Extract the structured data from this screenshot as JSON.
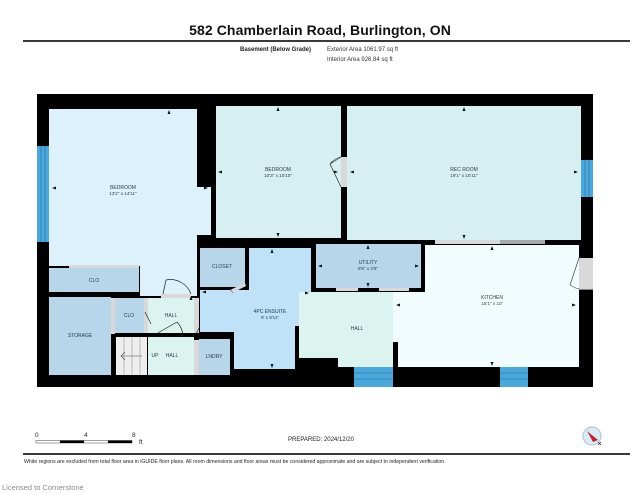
{
  "header": {
    "title": "582 Chamberlain Road, Burlington, ON",
    "floor_label": "Basement (Below Grade)",
    "exterior_area": "Exterior Area 1061.97 sq ft",
    "interior_area": "Interior Area 926.84 sq ft"
  },
  "rooms": {
    "bedroom_1": {
      "label": "BEDROOM",
      "dims": "13'2\" x 14'11\"",
      "color": "#dcf1fc"
    },
    "bedroom_2": {
      "label": "BEDROOM",
      "dims": "10'3\" x 10'10\"",
      "color": "#d6f0f1"
    },
    "rec_room": {
      "label": "REC ROOM",
      "dims": "19'1\" x 10'11\"",
      "color": "#d6f0f2"
    },
    "clo_1": {
      "label": "CLO",
      "color": "#b7d6ea"
    },
    "storage": {
      "label": "STORAGE",
      "color": "#b7d6ea"
    },
    "clo_2": {
      "label": "CLO",
      "color": "#b7d6ea"
    },
    "hall_1": {
      "label": "HALL",
      "color": "#dcf4ef"
    },
    "stairs": {
      "label": "UP",
      "color": "#eeeeee"
    },
    "hall_2": {
      "label": "HALL",
      "color": "#dcf4ef"
    },
    "laundry": {
      "label": "LNDRY",
      "color": "#b7d6ea"
    },
    "closet": {
      "label": "CLOSET",
      "color": "#b7d6ea"
    },
    "ensuite": {
      "label": "4PC ENSUITE",
      "dims": "9' x 9'11\"",
      "color": "#bfe2f8"
    },
    "utility": {
      "label": "UTILITY",
      "dims": "8'6\" x 3'6\"",
      "color": "#b7d6ea"
    },
    "hall_3": {
      "label": "HALL",
      "color": "#dcf4ef"
    },
    "kitchen": {
      "label": "KITCHEN",
      "dims": "15'1\" x 10'",
      "color": "#f0fcfd"
    }
  },
  "colors": {
    "wall": "#000000",
    "window": "#4aa8dc",
    "opening": "#d9d9d9"
  },
  "scale_bar": {
    "labels": [
      "0",
      "4",
      "8"
    ],
    "unit": "ft"
  },
  "footer": {
    "prepared": "PREPARED: 2024/12/20",
    "disclaimer": "White regions are excluded from total floor area in iGUIDE floor plans. All room dimensions and floor areas must be considered approximate and are subject to independent verification.",
    "license": "Licensed to Cornerstone"
  },
  "compass": {
    "icon": "north-compass-icon"
  }
}
